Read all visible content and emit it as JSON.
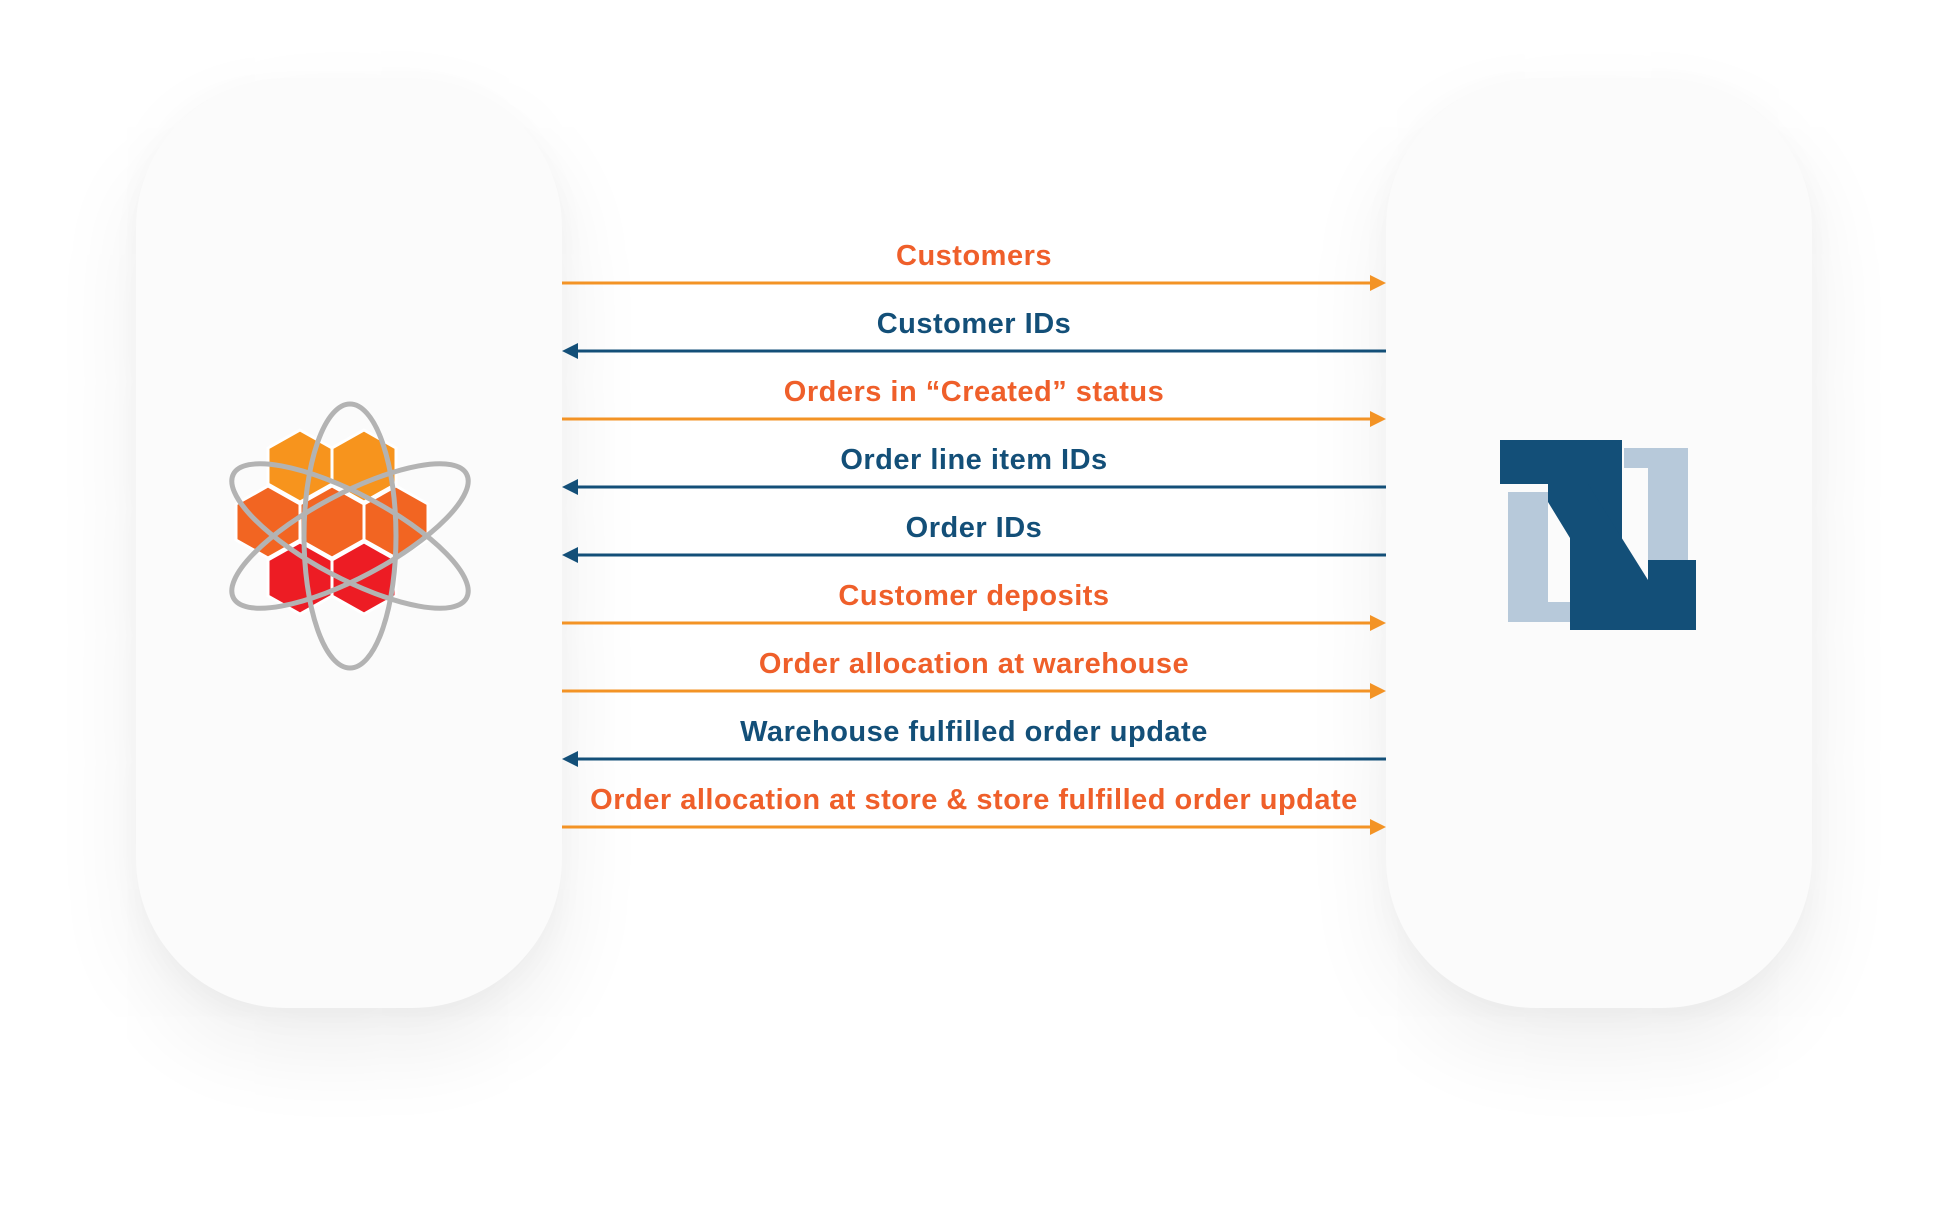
{
  "colors": {
    "outbound": "#f39325",
    "outbound_text": "#ef5f2a",
    "inbound": "#134f78",
    "inbound_text": "#134f78",
    "card_bg": "#fbfbfb"
  },
  "left_system": {
    "logo_icon": "hexagon-atom-logo-icon"
  },
  "right_system": {
    "logo_icon": "netsuite-n-logo-icon"
  },
  "flows": [
    {
      "label": "Customers",
      "direction": "right"
    },
    {
      "label": "Customer IDs",
      "direction": "left"
    },
    {
      "label": "Orders in “Created” status",
      "direction": "right"
    },
    {
      "label": "Order line item IDs",
      "direction": "left"
    },
    {
      "label": "Order IDs",
      "direction": "left"
    },
    {
      "label": "Customer deposits",
      "direction": "right"
    },
    {
      "label": "Order allocation at warehouse",
      "direction": "right"
    },
    {
      "label": "Warehouse fulfilled order update",
      "direction": "left"
    },
    {
      "label": "Order allocation at store & store fulfilled order update",
      "direction": "right"
    }
  ]
}
